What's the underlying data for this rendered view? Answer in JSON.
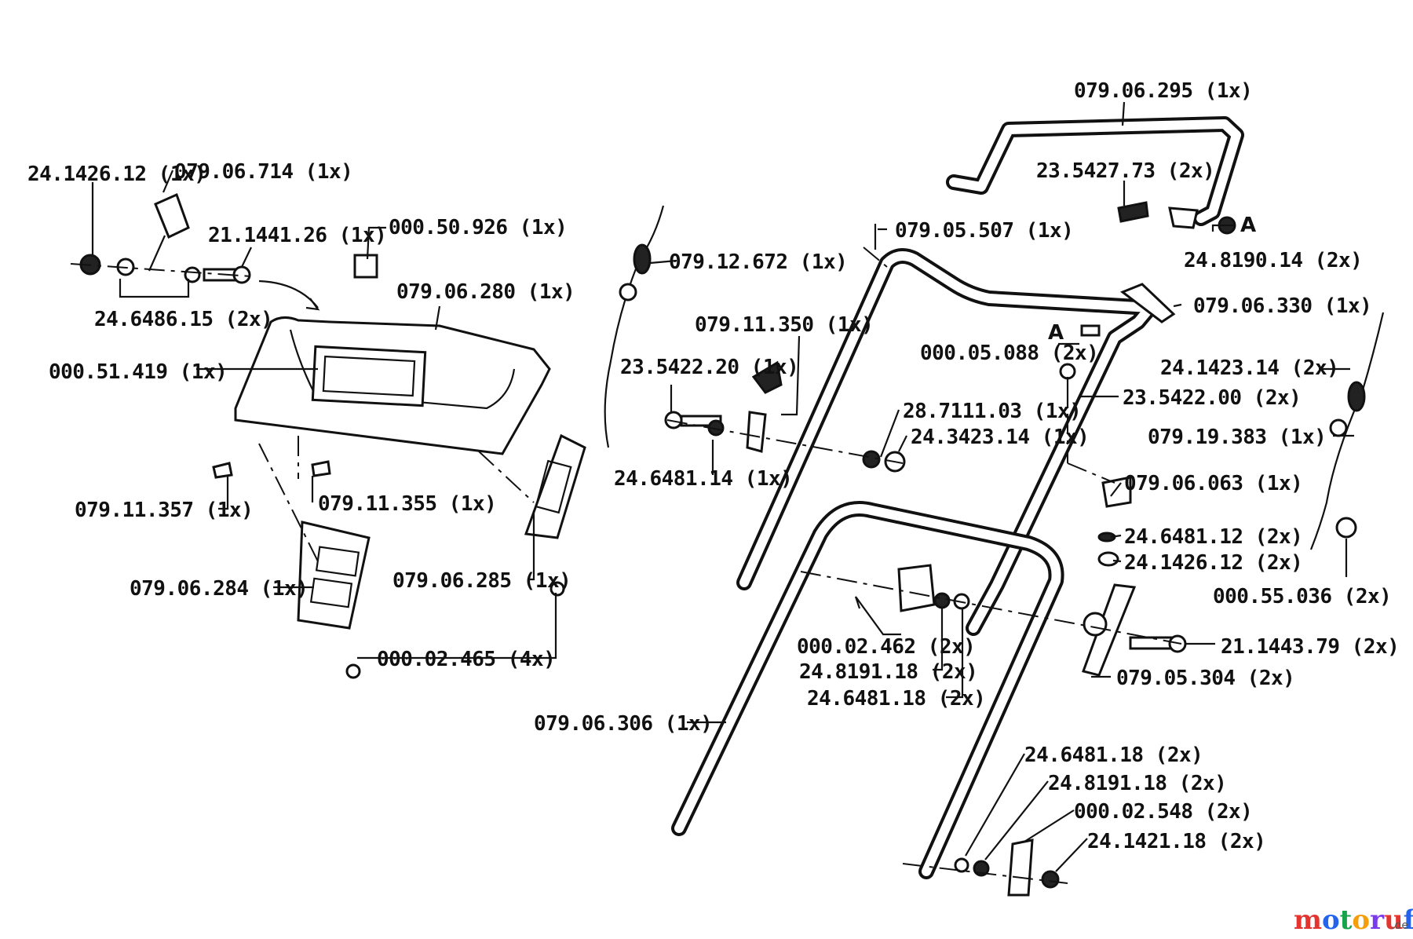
{
  "parts": [
    {
      "id": "p01",
      "label": "079.06.295 (1x)"
    },
    {
      "id": "p02",
      "label": "24.1426.12 (1x)"
    },
    {
      "id": "p03",
      "label": "079.06.714 (1x)"
    },
    {
      "id": "p04",
      "label": "21.1441.26 (1x)"
    },
    {
      "id": "p05",
      "label": "000.50.926 (1x)"
    },
    {
      "id": "p06",
      "label": "23.5427.73 (2x)"
    },
    {
      "id": "p07",
      "label": "079.05.507 (1x)"
    },
    {
      "id": "p08",
      "label": "24.8190.14 (2x)"
    },
    {
      "id": "p09",
      "label": "079.12.672 (1x)"
    },
    {
      "id": "p10",
      "label": "079.06.280 (1x)"
    },
    {
      "id": "p11",
      "label": "24.6486.15 (2x)"
    },
    {
      "id": "p12",
      "label": "079.06.330 (1x)"
    },
    {
      "id": "p13",
      "label": "079.11.350 (1x)"
    },
    {
      "id": "p14",
      "label": "000.05.088 (2x)"
    },
    {
      "id": "p15",
      "label": "000.51.419 (1x)"
    },
    {
      "id": "p16",
      "label": "23.5422.20 (1x)"
    },
    {
      "id": "p17",
      "label": "24.1423.14 (2x)"
    },
    {
      "id": "p18",
      "label": "23.5422.00 (2x)"
    },
    {
      "id": "p19",
      "label": "28.7111.03 (1x)"
    },
    {
      "id": "p20",
      "label": "24.3423.14 (1x)"
    },
    {
      "id": "p21",
      "label": "079.19.383 (1x)"
    },
    {
      "id": "p22",
      "label": "24.6481.14 (1x)"
    },
    {
      "id": "p23",
      "label": "079.06.063 (1x)"
    },
    {
      "id": "p24",
      "label": "079.11.357 (1x)"
    },
    {
      "id": "p25",
      "label": "079.11.355 (1x)"
    },
    {
      "id": "p26",
      "label": "24.6481.12 (2x)"
    },
    {
      "id": "p27",
      "label": "24.1426.12 (2x)"
    },
    {
      "id": "p28",
      "label": "079.06.284 (1x)"
    },
    {
      "id": "p29",
      "label": "079.06.285 (1x)"
    },
    {
      "id": "p30",
      "label": "000.55.036 (2x)"
    },
    {
      "id": "p31",
      "label": "000.02.462 (2x)"
    },
    {
      "id": "p32",
      "label": "21.1443.79 (2x)"
    },
    {
      "id": "p33",
      "label": "000.02.465 (4x)"
    },
    {
      "id": "p34",
      "label": "24.8191.18 (2x)"
    },
    {
      "id": "p35",
      "label": "079.05.304 (2x)"
    },
    {
      "id": "p36",
      "label": "24.6481.18 (2x)"
    },
    {
      "id": "p37",
      "label": "079.06.306 (1x)"
    },
    {
      "id": "p38",
      "label": "24.6481.18 (2x)"
    },
    {
      "id": "p39",
      "label": "24.8191.18 (2x)"
    },
    {
      "id": "p40",
      "label": "000.02.548 (2x)"
    },
    {
      "id": "p41",
      "label": "24.1421.18 (2x)"
    }
  ],
  "markers": {
    "a_top": "A",
    "a_mid": "A"
  },
  "watermark": {
    "brand": "motoruf",
    "suffix": ".de",
    "colors": [
      "#e3342f",
      "#2563eb",
      "#16a34a",
      "#f59e0b",
      "#7c3aed",
      "#e3342f",
      "#2563eb"
    ]
  }
}
